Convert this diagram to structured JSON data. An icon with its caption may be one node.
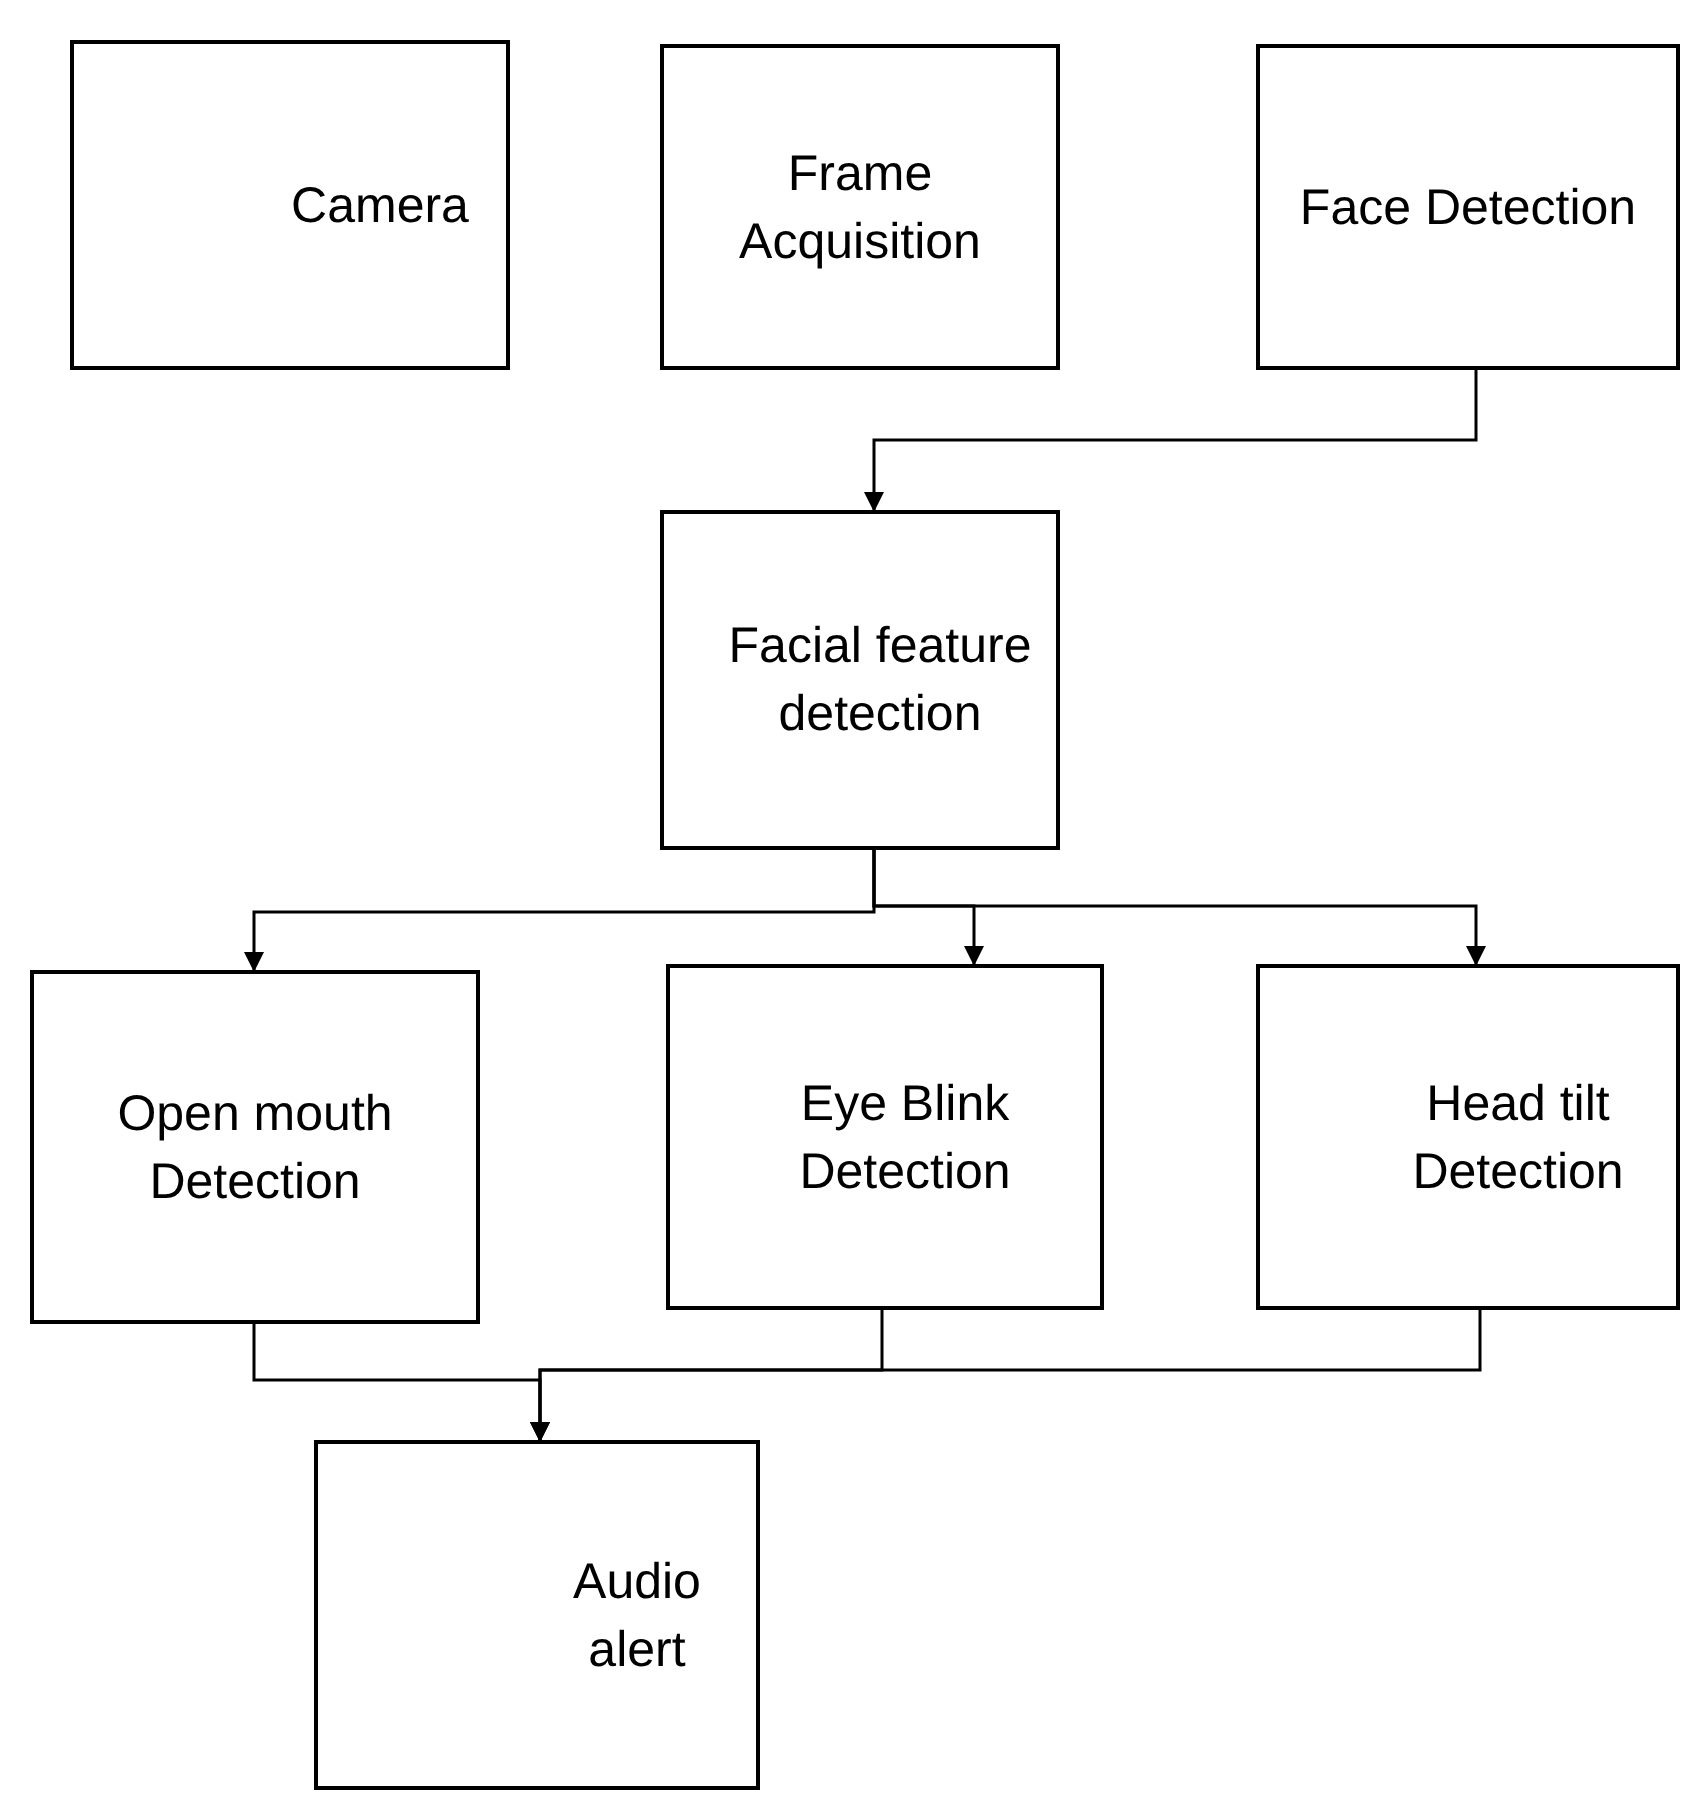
{
  "diagram": {
    "nodes": [
      {
        "text": [
          "Camera"
        ]
      },
      {
        "text": [
          "Frame Acquisition"
        ]
      },
      {
        "text": [
          "Face Detection"
        ]
      },
      {
        "text": [
          "Facial feature detection"
        ]
      },
      {
        "text": [
          "Open mouth Detection"
        ]
      },
      {
        "text": [
          "Eye Blink Detection"
        ]
      },
      {
        "text": [
          "Head tilt Detection"
        ]
      },
      {
        "text": [
          "Audio alert"
        ]
      }
    ],
    "edges": [
      {
        "from": 2,
        "to": 3,
        "arrow": "to"
      },
      {
        "from": 3,
        "to": 4,
        "arrow": "to"
      },
      {
        "from": 3,
        "to": 5,
        "arrow": "to"
      },
      {
        "from": 3,
        "to": 6,
        "arrow": "to"
      },
      {
        "from": 4,
        "to": 7,
        "arrow": "to"
      },
      {
        "from": 5,
        "to": 7,
        "arrow": "to"
      },
      {
        "from": 6,
        "to": 7,
        "arrow": "to"
      }
    ]
  }
}
